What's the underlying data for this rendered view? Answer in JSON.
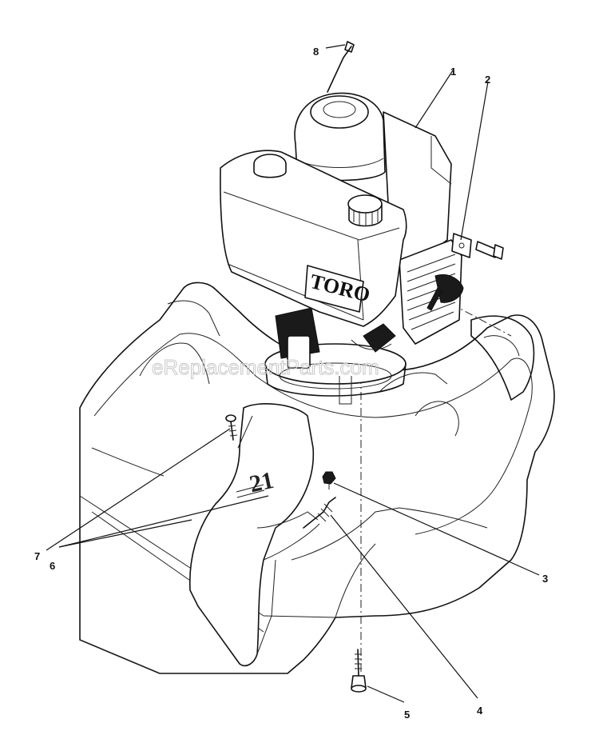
{
  "diagram": {
    "brand_logo": "TORO",
    "badge_number": "21",
    "watermark": "eReplacementParts.com",
    "callouts": [
      "1",
      "2",
      "3",
      "4",
      "5",
      "6",
      "7",
      "8"
    ]
  }
}
